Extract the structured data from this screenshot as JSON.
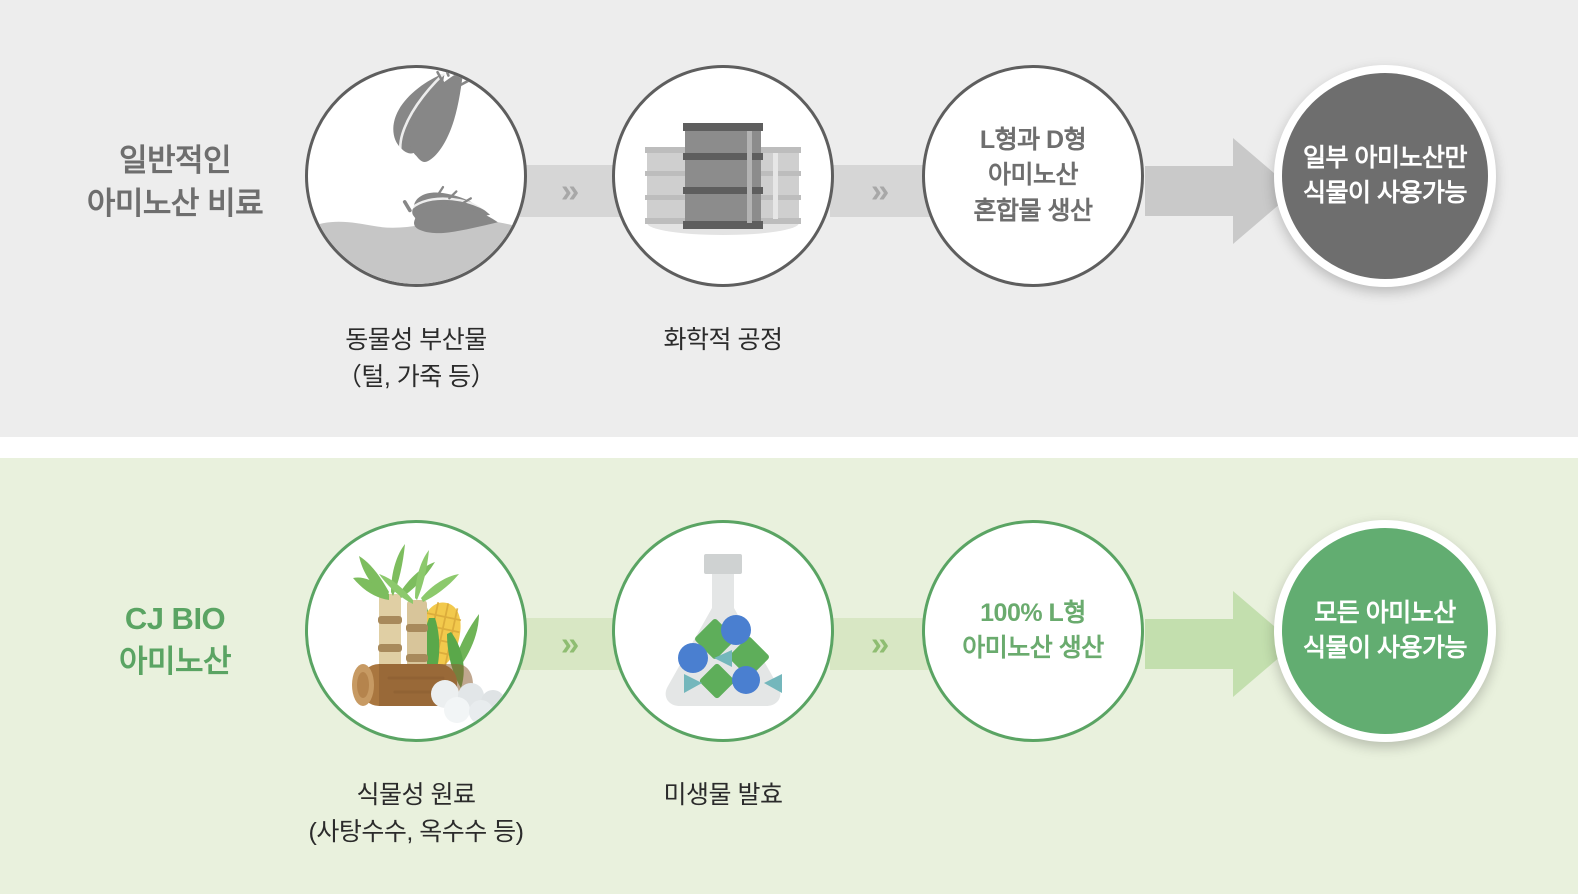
{
  "rows": [
    {
      "id": "conventional",
      "label": {
        "line1": "일반적인",
        "line2": "아미노산 비료"
      },
      "accent_color": "#6e6e6e",
      "panel_color": "#ededed",
      "band_color": "#d6d6d6",
      "chevron": "»",
      "steps": [
        {
          "kind": "icon",
          "icon": "feathers-icon",
          "caption": {
            "line1": "동물성 부산물",
            "line2": "（털, 가죽 등）"
          }
        },
        {
          "kind": "icon",
          "icon": "chemical-barrels-icon",
          "caption": {
            "line1": "화학적 공정",
            "line2": ""
          }
        },
        {
          "kind": "text",
          "text": {
            "line1": "L형과 D형",
            "line2": "아미노산",
            "line3": "혼합물 생산"
          }
        },
        {
          "kind": "final",
          "text": {
            "line1": "일부 아미노산만",
            "line2": "식물이 사용가능"
          }
        }
      ]
    },
    {
      "id": "cjbio",
      "label": {
        "line1": "CJ BIO",
        "line2": "아미노산"
      },
      "accent_color": "#5aa463",
      "panel_color": "#e9f1dd",
      "band_color": "#d8e7c4",
      "chevron": "»",
      "steps": [
        {
          "kind": "icon",
          "icon": "sugarcane-corn-icon",
          "caption": {
            "line1": "식물성 원료",
            "line2": "(사탕수수, 옥수수 등)"
          }
        },
        {
          "kind": "icon",
          "icon": "flask-fermentation-icon",
          "caption": {
            "line1": "미생물 발효",
            "line2": ""
          }
        },
        {
          "kind": "text",
          "text": {
            "line1": "100% L형",
            "line2": "아미노산 생산",
            "line3": ""
          }
        },
        {
          "kind": "final",
          "text": {
            "line1": "모든 아미노산",
            "line2": "식물이 사용가능"
          }
        }
      ]
    }
  ],
  "colors": {
    "gray_dark": "#5e2e2e",
    "gray_stroke": "#5e5e5e",
    "gray_fill": "#6e6e6e",
    "green_stroke": "#5aa463",
    "green_fill": "#62ad71",
    "green_text": "#6aab6e",
    "band_gray": "#d6d6d6",
    "band_green": "#d8e7c4",
    "panel_gray": "#ededed",
    "panel_green": "#e9f1dd"
  }
}
